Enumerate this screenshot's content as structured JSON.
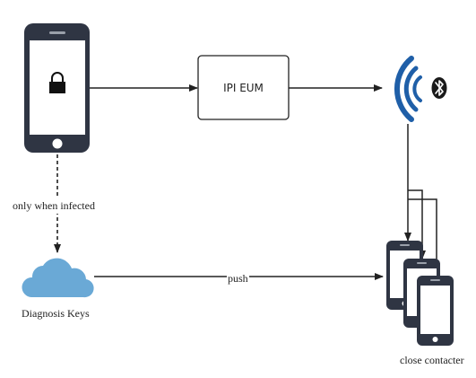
{
  "nodes": {
    "device_box": {
      "label": "IPI EUM"
    },
    "infected_note": {
      "label": "only when infected"
    },
    "cloud": {
      "label": "Diagnosis Keys"
    },
    "push": {
      "label": "push"
    },
    "contacts": {
      "label": "close contacter"
    }
  },
  "colors": {
    "phone_body": "#2f3543",
    "screen": "#ffffff",
    "cloud": "#6aa9d6",
    "bluetooth_arcs": "#1f5fa8",
    "bluetooth_badge": "#1a1a1a",
    "line": "#222222"
  },
  "icons": [
    "phone-icon",
    "lock-icon",
    "cloud-icon",
    "broadcast-icon",
    "bluetooth-icon"
  ]
}
